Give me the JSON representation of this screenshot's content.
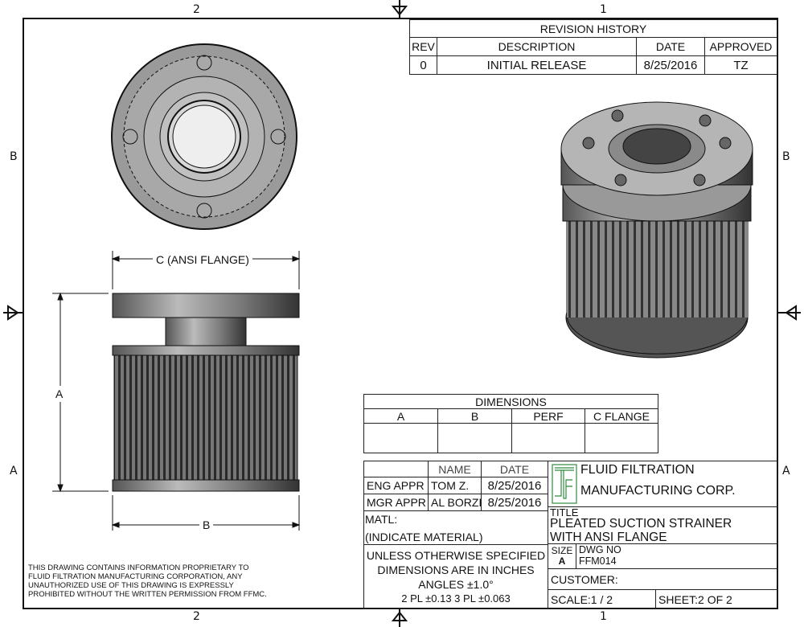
{
  "zones": {
    "top": [
      "2",
      "1"
    ],
    "bottom": [
      "2",
      "1"
    ],
    "left": [
      "B",
      "A"
    ],
    "right": [
      "B",
      "A"
    ]
  },
  "revision": {
    "title": "REVISION HISTORY",
    "headers": [
      "REV",
      "DESCRIPTION",
      "DATE",
      "APPROVED"
    ],
    "rows": [
      [
        "0",
        "INITIAL RELEASE",
        "8/25/2016",
        "TZ"
      ]
    ]
  },
  "dimensions_table": {
    "title": "DIMENSIONS",
    "headers": [
      "A",
      "B",
      "PERF",
      "C FLANGE"
    ],
    "values": [
      "",
      "",
      "",
      ""
    ]
  },
  "dim_labels": {
    "c": "C (ANSI FLANGE)",
    "a": "A",
    "b": "B"
  },
  "title_block": {
    "name_header": "NAME",
    "date_header": "DATE",
    "eng": {
      "label": "ENG APPR",
      "name": "TOM Z.",
      "date": "8/25/2016"
    },
    "mgr": {
      "label": "MGR APPR",
      "name": "AL BORZI",
      "date": "8/25/2016"
    },
    "matl_label": "MATL:",
    "matl_value": "(INDICATE MATERIAL)",
    "tolerances": [
      "UNLESS OTHERWISE SPECIFIED",
      "DIMENSIONS ARE IN INCHES",
      "ANGLES ±1.0°",
      "2 PL ±0.13 3 PL ±0.063"
    ],
    "company_line1": "FLUID FILTRATION",
    "company_line2": "MANUFACTURING CORP.",
    "title_label": "TITLE",
    "title_line1": "PLEATED SUCTION STRAINER",
    "title_line2": "WITH ANSI FLANGE",
    "size_label": "SIZE",
    "size_value": "A",
    "dwg_label": "DWG NO",
    "dwg_value": "FFM014",
    "customer_label": "CUSTOMER:",
    "scale": "SCALE:1 / 2",
    "sheet": "SHEET:2  OF 2",
    "logo_color": "#2e8b3e"
  },
  "proprietary_note": [
    "THIS DRAWING CONTAINS INFORMATION PROPRIETARY TO",
    "FLUID FILTRATION MANUFACTURING CORPORATION, ANY",
    "UNAUTHORIZED USE OF THIS DRAWING IS EXPRESSLY",
    "PROHIBITED WITHOUT THE WRITTEN PERMISSION FROM FFMC."
  ]
}
